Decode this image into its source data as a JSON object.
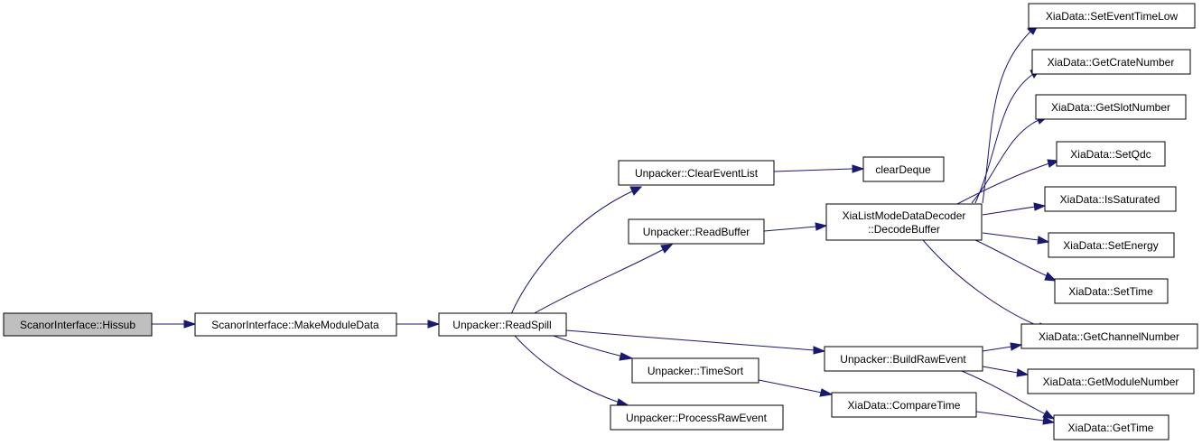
{
  "diagram": {
    "nodes": {
      "hissub": {
        "label": "ScanorInterface::Hissub"
      },
      "makemoduledata": {
        "label": "ScanorInterface::MakeModuleData"
      },
      "readspill": {
        "label": "Unpacker::ReadSpill"
      },
      "cleareventlist": {
        "label": "Unpacker::ClearEventList"
      },
      "readbuffer": {
        "label": "Unpacker::ReadBuffer"
      },
      "buildrawevent": {
        "label": "Unpacker::BuildRawEvent"
      },
      "timesort": {
        "label": "Unpacker::TimeSort"
      },
      "processrawevent": {
        "label": "Unpacker::ProcessRawEvent"
      },
      "cleardeque": {
        "label": "clearDeque"
      },
      "decodebuffer": {
        "line1": "XiaListModeDataDecoder",
        "line2": "::DecodeBuffer"
      },
      "comparetime": {
        "label": "XiaData::CompareTime"
      },
      "seteventtimelow": {
        "label": "XiaData::SetEventTimeLow"
      },
      "getcratenumber": {
        "label": "XiaData::GetCrateNumber"
      },
      "getslotnumber": {
        "label": "XiaData::GetSlotNumber"
      },
      "setqdc": {
        "label": "XiaData::SetQdc"
      },
      "issaturated": {
        "label": "XiaData::IsSaturated"
      },
      "setenergy": {
        "label": "XiaData::SetEnergy"
      },
      "settime": {
        "label": "XiaData::SetTime"
      },
      "getchannelnumber": {
        "label": "XiaData::GetChannelNumber"
      },
      "getmodulenumber": {
        "label": "XiaData::GetModuleNumber"
      },
      "gettime": {
        "label": "XiaData::GetTime"
      }
    },
    "colors": {
      "edge": "#191970",
      "root_fill": "#bfbfbf",
      "node_fill": "#ffffff",
      "node_border": "#000000"
    }
  }
}
